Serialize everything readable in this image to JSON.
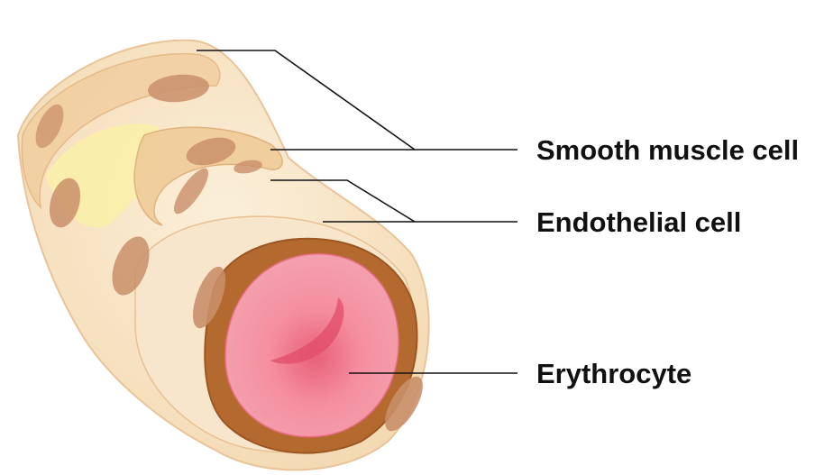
{
  "diagram": {
    "labels": {
      "smooth_muscle_cell": "Smooth muscle cell",
      "endothelial_cell": "Endothelial cell",
      "erythrocyte": "Erythrocyte"
    },
    "colors": {
      "background": "#ffffff",
      "vessel_wall": "#f6e2c2",
      "vessel_wall_edge": "#e7bd8e",
      "highlight": "#fbf1a6",
      "muscle_nucleus": "#c9906a",
      "endothelium": "#b86a2e",
      "endothelium_dark": "#a35a26",
      "erythrocyte": "#f39aa7",
      "erythrocyte_center": "#e85a74",
      "leader_line": "#111111"
    }
  }
}
